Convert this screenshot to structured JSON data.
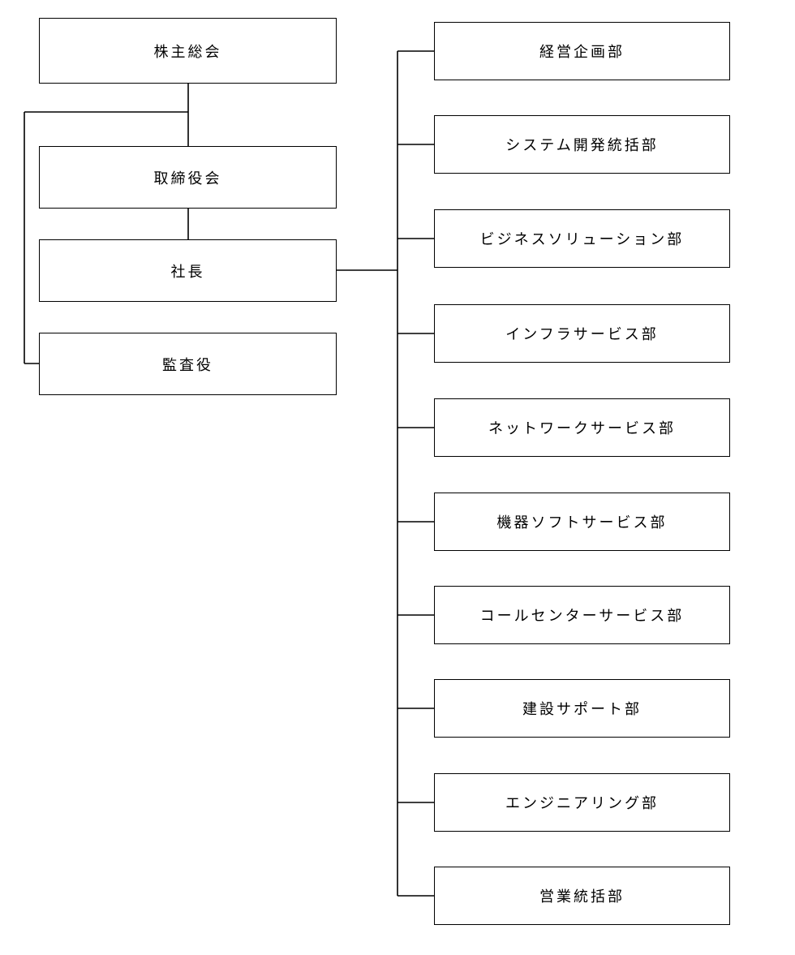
{
  "org": {
    "shareholders": "株主総会",
    "board": "取締役会",
    "president": "社長",
    "auditor": "監査役"
  },
  "departments": [
    "経営企画部",
    "システム開発統括部",
    "ビジネスソリューション部",
    "インフラサービス部",
    "ネットワークサービス部",
    "機器ソフトサービス部",
    "コールセンターサービス部",
    "建設サポート部",
    "エンジニアリング部",
    "営業統括部"
  ],
  "colors": {
    "background": "#ffffff",
    "box_border": "#000000",
    "connector_line": "#000000",
    "text": "#000000"
  }
}
